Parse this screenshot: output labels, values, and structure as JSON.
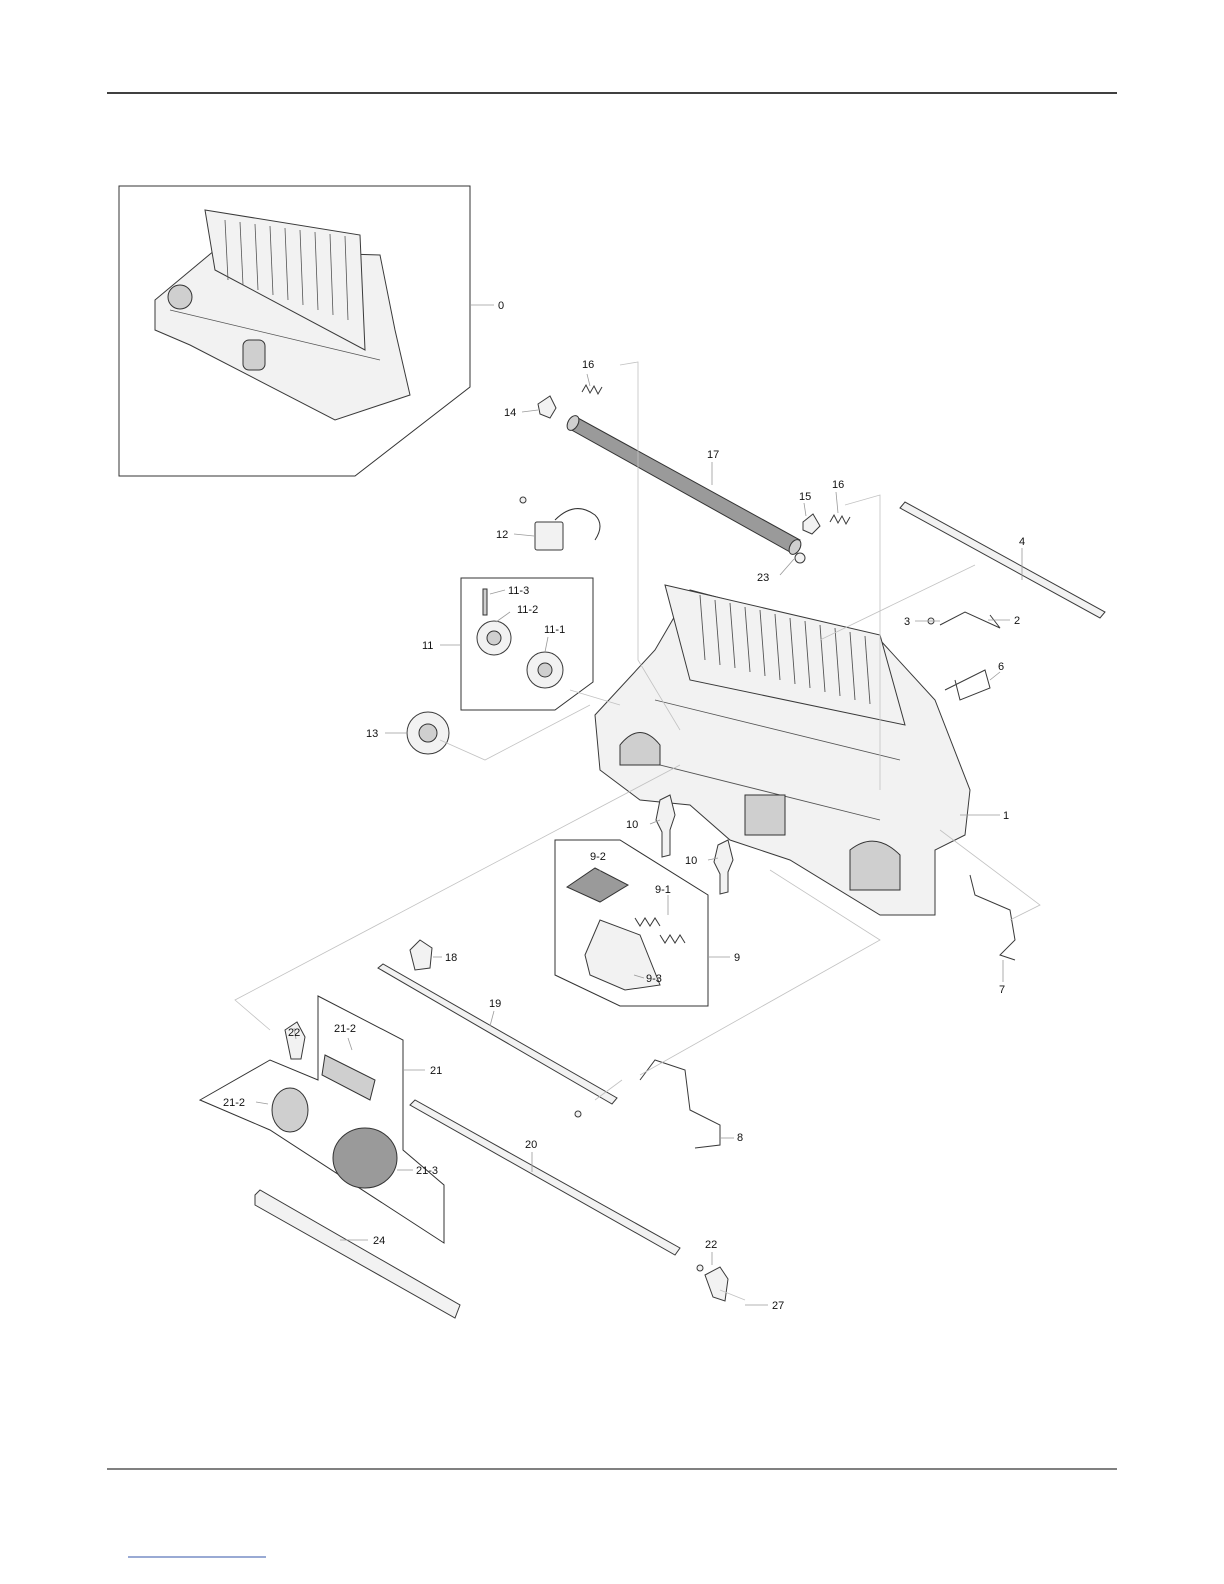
{
  "diagram": {
    "labels": [
      {
        "id": "0",
        "text": "0"
      },
      {
        "id": "1",
        "text": "1"
      },
      {
        "id": "2",
        "text": "2"
      },
      {
        "id": "3",
        "text": "3"
      },
      {
        "id": "4",
        "text": "4"
      },
      {
        "id": "6",
        "text": "6"
      },
      {
        "id": "7",
        "text": "7"
      },
      {
        "id": "8",
        "text": "8"
      },
      {
        "id": "9",
        "text": "9"
      },
      {
        "id": "9-1",
        "text": "9-1"
      },
      {
        "id": "9-2",
        "text": "9-2"
      },
      {
        "id": "9-3",
        "text": "9-3"
      },
      {
        "id": "10a",
        "text": "10"
      },
      {
        "id": "10b",
        "text": "10"
      },
      {
        "id": "11",
        "text": "11"
      },
      {
        "id": "11-1",
        "text": "11-1"
      },
      {
        "id": "11-2",
        "text": "11-2"
      },
      {
        "id": "11-3",
        "text": "11-3"
      },
      {
        "id": "12",
        "text": "12"
      },
      {
        "id": "13",
        "text": "13"
      },
      {
        "id": "14",
        "text": "14"
      },
      {
        "id": "15",
        "text": "15"
      },
      {
        "id": "16a",
        "text": "16"
      },
      {
        "id": "16b",
        "text": "16"
      },
      {
        "id": "17",
        "text": "17"
      },
      {
        "id": "18",
        "text": "18"
      },
      {
        "id": "19",
        "text": "19"
      },
      {
        "id": "20",
        "text": "20"
      },
      {
        "id": "21",
        "text": "21"
      },
      {
        "id": "21-2a",
        "text": "21-2"
      },
      {
        "id": "21-2b",
        "text": "21-2"
      },
      {
        "id": "21-3",
        "text": "21-3"
      },
      {
        "id": "22a",
        "text": "22"
      },
      {
        "id": "22b",
        "text": "22"
      },
      {
        "id": "23",
        "text": "23"
      },
      {
        "id": "24",
        "text": "24"
      },
      {
        "id": "27",
        "text": "27"
      }
    ]
  },
  "colors": {
    "line": "#333333",
    "leader": "#9a9a9a",
    "part_fill": "#f2f2f2",
    "roller_fill": "#9a9a9a",
    "footer_link": "#3355aa"
  }
}
